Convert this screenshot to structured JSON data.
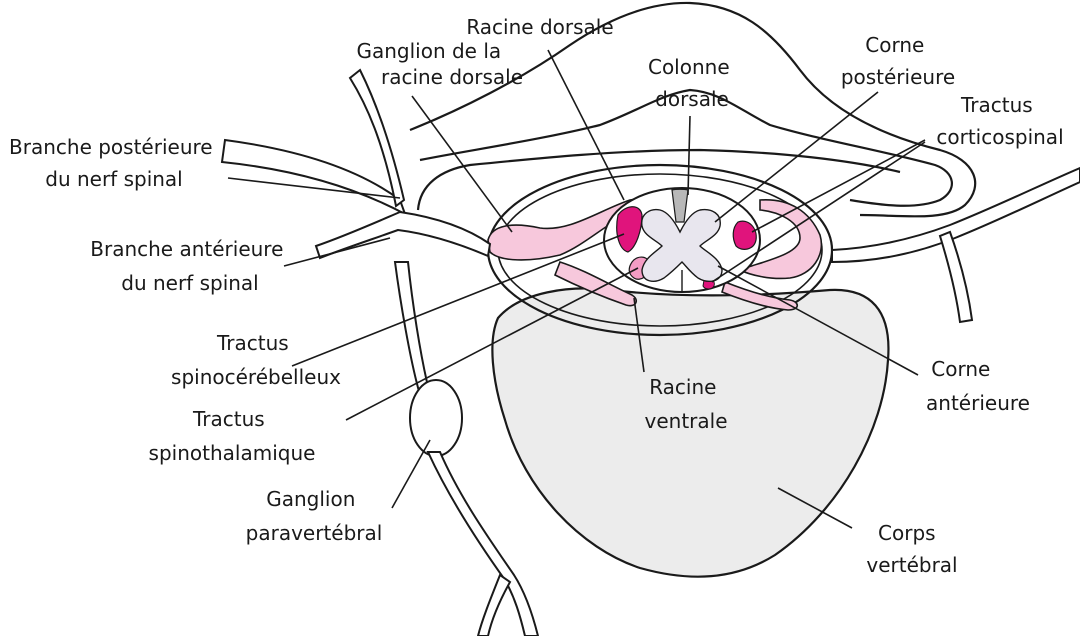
{
  "colors": {
    "pink_light": "#f7c8dc",
    "pink_mid": "#f39cc4",
    "magenta": "#e0147c",
    "grey_fill": "#ececec",
    "grey_matter": "#e8e6ee",
    "stroke": "#1a1a1a"
  },
  "labels": {
    "racine_dorsale": [
      "Racine dorsale"
    ],
    "ganglion_racine_dorsale": [
      "Ganglion de la",
      "racine dorsale"
    ],
    "colonne_dorsale": [
      "Colonne",
      "dorsale"
    ],
    "corne_posterieure": [
      "Corne",
      "postérieure"
    ],
    "tractus_corticospinal": [
      "Tractus",
      "corticospinal"
    ],
    "branche_posterieure": [
      "Branche postérieure",
      "du nerf spinal"
    ],
    "branche_anterieure": [
      "Branche antérieure",
      "du nerf spinal"
    ],
    "tractus_spinocerebelleux": [
      "Tractus",
      "spinocérébelleux"
    ],
    "tractus_spinothalamique": [
      "Tractus",
      "spinothalamique"
    ],
    "ganglion_paravertebral": [
      "Ganglion",
      "paravertébral"
    ],
    "racine_ventrale": [
      "Racine",
      "ventrale"
    ],
    "corne_anterieure": [
      "Corne",
      "antérieure"
    ],
    "corps_vertebral": [
      "Corps",
      "vertébral"
    ]
  }
}
